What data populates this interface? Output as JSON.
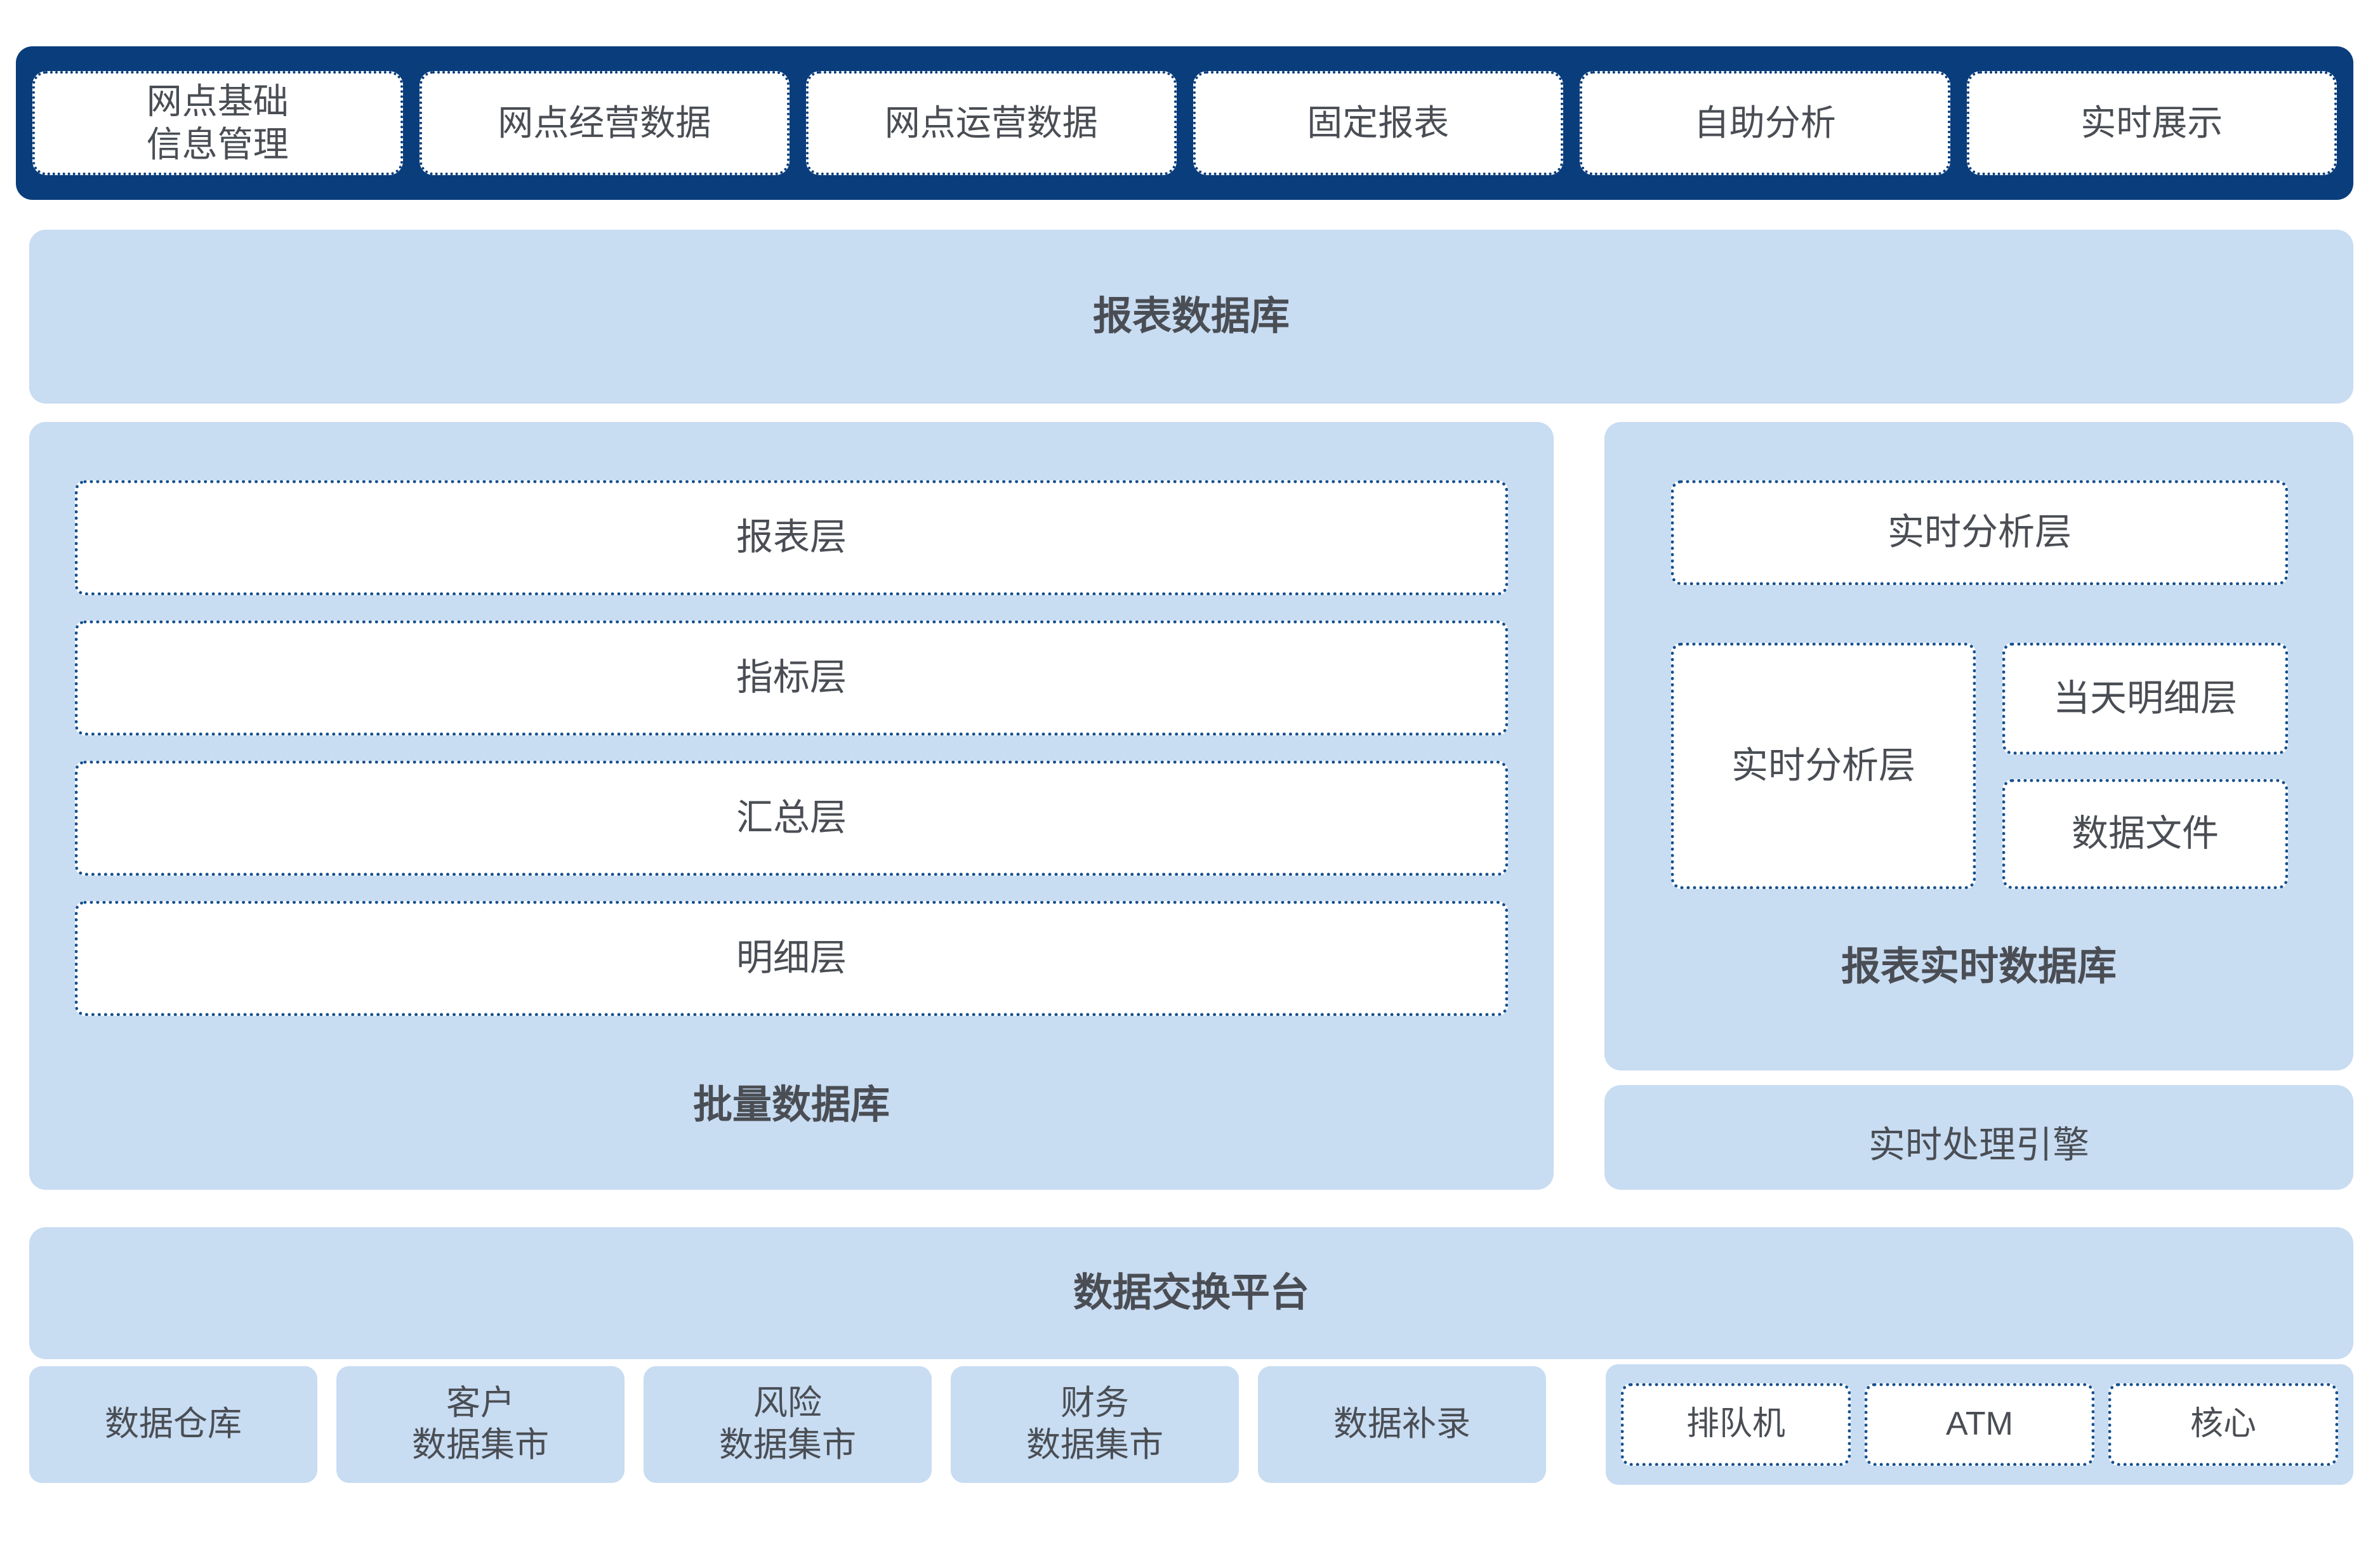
{
  "nav": {
    "items": [
      {
        "label": "网点基础\n信息管理"
      },
      {
        "label": "网点经营数据"
      },
      {
        "label": "网点运营数据"
      },
      {
        "label": "固定报表"
      },
      {
        "label": "自助分析"
      },
      {
        "label": "实时展示"
      }
    ]
  },
  "report_db_banner": {
    "title": "报表数据库"
  },
  "batch": {
    "title": "批量数据库",
    "layers": [
      {
        "label": "报表层"
      },
      {
        "label": "指标层"
      },
      {
        "label": "汇总层"
      },
      {
        "label": "明细层"
      }
    ]
  },
  "realtime": {
    "title": "报表实时数据库",
    "analysis_top": "实时分析层",
    "analysis_left": "实时分析层",
    "day_detail": "当天明细层",
    "data_file": "数据文件"
  },
  "engine": {
    "title": "实时处理引擎"
  },
  "exchange_banner": {
    "title": "数据交换平台"
  },
  "sources": {
    "items": [
      {
        "label": "数据仓库"
      },
      {
        "label": "客户\n数据集市"
      },
      {
        "label": "风险\n数据集市"
      },
      {
        "label": "财务\n数据集市"
      },
      {
        "label": "数据补录"
      }
    ]
  },
  "channels": {
    "items": [
      {
        "label": "排队机"
      },
      {
        "label": "ATM"
      },
      {
        "label": "核心"
      }
    ]
  },
  "colors": {
    "navy": "#0a3d7c",
    "light_blue": "#c8dcf2",
    "text": "#4a4e54",
    "dash_border": "#15508e",
    "white": "#ffffff"
  }
}
